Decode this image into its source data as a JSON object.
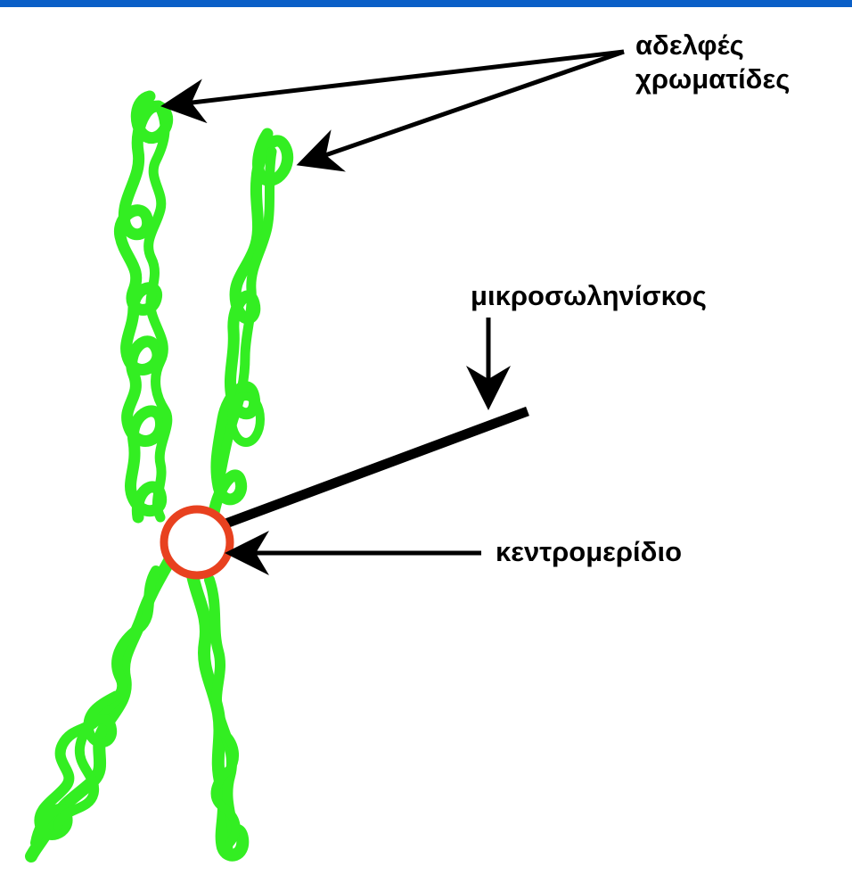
{
  "diagram": {
    "labels": {
      "sister_chromatids_line1": "αδελφές",
      "sister_chromatids_line2": "χρωματίδες",
      "microtubule": "μικροσωληνίσκος",
      "centromere": "κεντρομερίδιο"
    },
    "colors": {
      "top_bar": "#0a5fc7",
      "chromatid": "#33ee22",
      "centromere_ring": "#e8411f",
      "arrow": "#000000",
      "microtubule": "#000000"
    }
  }
}
